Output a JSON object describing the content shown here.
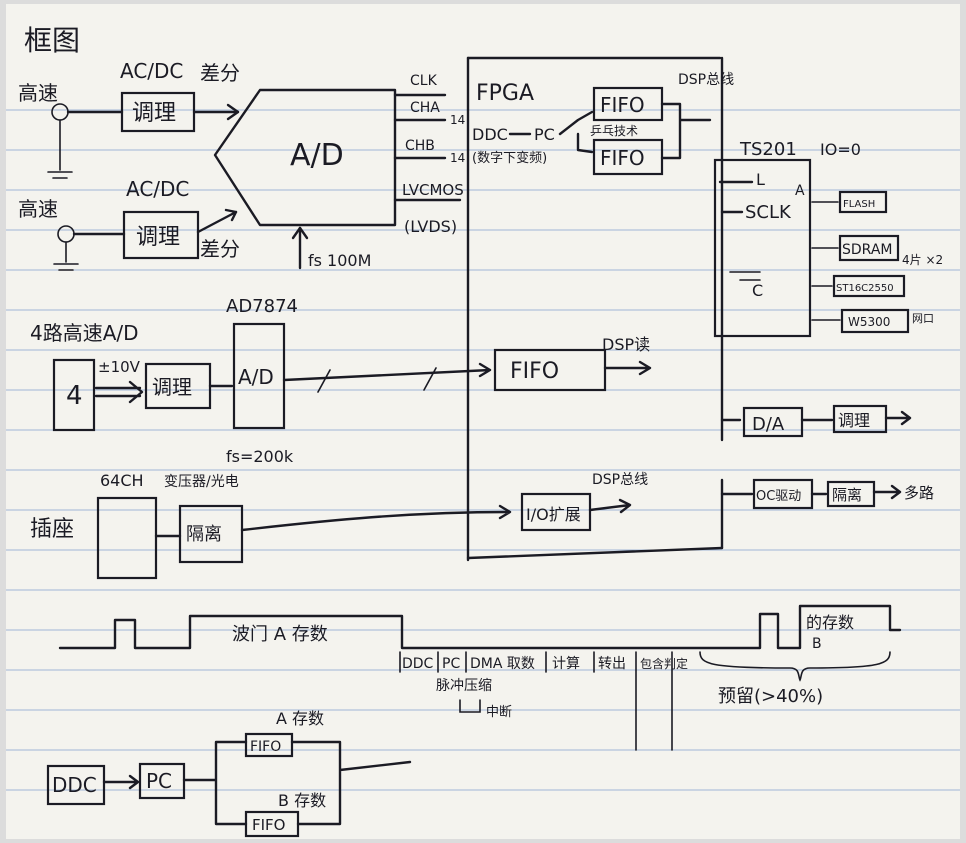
{
  "title": "框图",
  "inputs": {
    "ch1_label": "高速",
    "ch2_label": "高速",
    "acdc_1": "AC/DC",
    "acdc_2": "AC/DC",
    "cond_1": "调理",
    "cond_2": "调理",
    "diff_1": "差分",
    "diff_2": "差分"
  },
  "adc": {
    "label": "A/D",
    "clk": "CLK",
    "cha": "CHA",
    "chb": "CHB",
    "bits_a": "14",
    "bits_b": "14",
    "lvcmos": "LVCMOS",
    "lvds": "(LVDS)",
    "fs": "fs 100M"
  },
  "fpga": {
    "label": "FPGA",
    "ddc": "DDC",
    "pc": "PC",
    "ddc_note": "(数字下变频)",
    "fifo_1": "FIFO",
    "fifo_2": "FIFO",
    "pingpong": "乒乓技术",
    "dsp_read_1": "DSP总线",
    "fifo_low": "FIFO",
    "dsp_read_2": "DSP读",
    "io_ext": "I/O扩展",
    "dsp_read_3": "DSP总线"
  },
  "dsp": {
    "label": "TS201",
    "io_0": "IO=0",
    "link": "L",
    "sclk": "SCLK",
    "c_port": "C",
    "a_port": "A",
    "flash": "FLASH",
    "sdram": "SDRAM",
    "sdram_note": "4片 ×2",
    "uart": "ST16C2550",
    "w5300": "W5300",
    "w5300_note": "网口"
  },
  "lowspeed": {
    "label": "4路高速A/D",
    "chip": "AD7874",
    "count": "4",
    "range": "±10V",
    "cond": "调理",
    "ad": "A/D",
    "fs": "fs=200k"
  },
  "expansion": {
    "label": "插座",
    "ch": "64CH",
    "xfmr": "变压器/光电",
    "iso": "隔离"
  },
  "outputs": {
    "da": "D/A",
    "da_cond": "调理",
    "oc": "OC驱动",
    "oc_iso": "隔离",
    "oc_out": "多路"
  },
  "timing": {
    "wave_a": "波门 A 存数",
    "ddc": "DDC",
    "pc": "PC",
    "dma": "DMA 取数",
    "calc": "计算",
    "out": "转出",
    "check": "包含判定",
    "reserve": "预留(>40%)",
    "next_b": "的存数",
    "b": "B",
    "pulse": "脉冲压缩",
    "interrupt": "中断"
  },
  "bottom": {
    "ddc": "DDC",
    "pc": "PC",
    "fifo_a": "FIFO",
    "fifo_b": "FIFO",
    "a_label": "A 存数",
    "b_label": "B 存数"
  }
}
